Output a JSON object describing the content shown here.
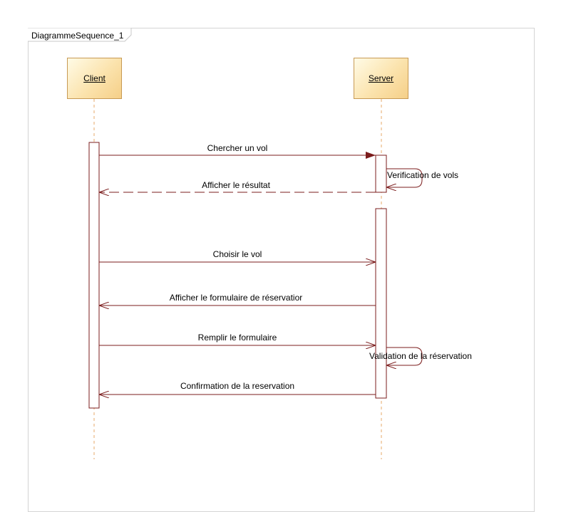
{
  "frame": {
    "title": "DiagrammeSequence_1"
  },
  "lifelines": {
    "client": "Client",
    "server": "Server"
  },
  "messages": [
    {
      "label": "Chercher un vol",
      "from": "client",
      "to": "server",
      "kind": "sync"
    },
    {
      "label": "Verification de vols",
      "from": "server",
      "to": "server",
      "kind": "self"
    },
    {
      "label": "Afficher le résultat",
      "from": "server",
      "to": "client",
      "kind": "return"
    },
    {
      "label": "Choisir le vol",
      "from": "client",
      "to": "server",
      "kind": "async"
    },
    {
      "label": "Afficher le formulaire de réservatior",
      "from": "server",
      "to": "client",
      "kind": "async"
    },
    {
      "label": "Remplir le formulaire",
      "from": "client",
      "to": "server",
      "kind": "async"
    },
    {
      "label": "Validation de la  réservation",
      "from": "server",
      "to": "server",
      "kind": "self"
    },
    {
      "label": "Confirmation de la reservation",
      "from": "server",
      "to": "client",
      "kind": "async"
    }
  ],
  "colors": {
    "message_line": "#7b1c1c",
    "lifeline_dash": "#e7a96a",
    "activation_border": "#7b1c1c",
    "head_border": "#c79a54"
  }
}
